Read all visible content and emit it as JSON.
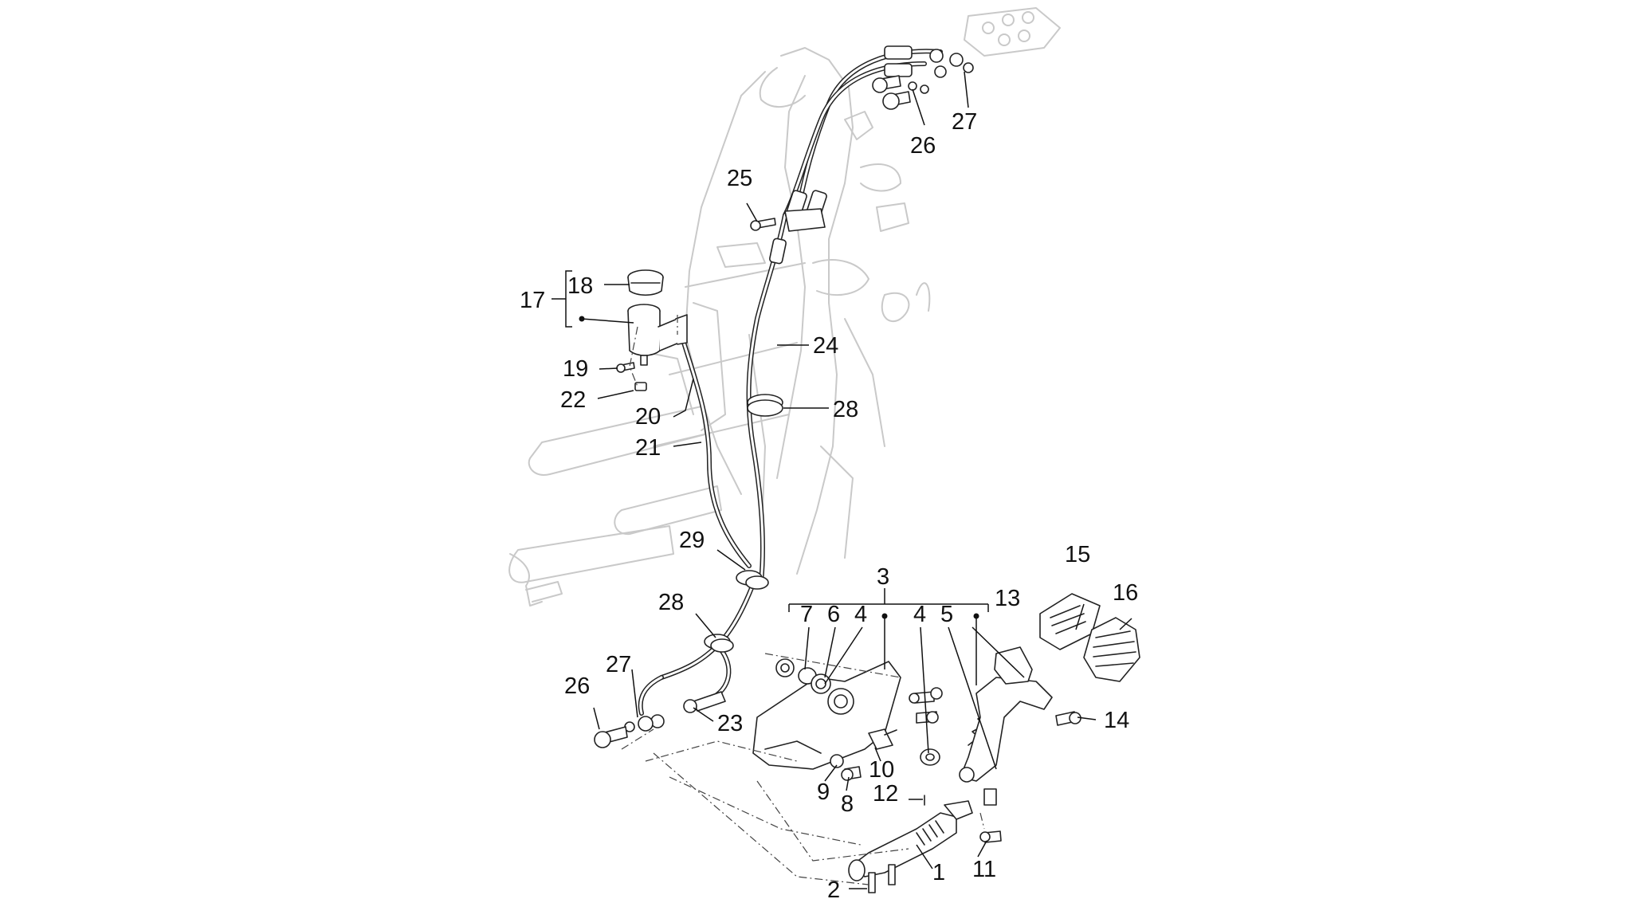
{
  "callouts": [
    {
      "id": "c1",
      "label": "1"
    },
    {
      "id": "c2",
      "label": "2"
    },
    {
      "id": "c3",
      "label": "3"
    },
    {
      "id": "c4a",
      "label": "4"
    },
    {
      "id": "c4b",
      "label": "4"
    },
    {
      "id": "c5",
      "label": "5"
    },
    {
      "id": "c6",
      "label": "6"
    },
    {
      "id": "c7",
      "label": "7"
    },
    {
      "id": "c8",
      "label": "8"
    },
    {
      "id": "c9",
      "label": "9"
    },
    {
      "id": "c10",
      "label": "10"
    },
    {
      "id": "c11",
      "label": "11"
    },
    {
      "id": "c12",
      "label": "12"
    },
    {
      "id": "c13",
      "label": "13"
    },
    {
      "id": "c14",
      "label": "14"
    },
    {
      "id": "c15",
      "label": "15"
    },
    {
      "id": "c16",
      "label": "16"
    },
    {
      "id": "c17",
      "label": "17"
    },
    {
      "id": "c18",
      "label": "18"
    },
    {
      "id": "c19",
      "label": "19"
    },
    {
      "id": "c20",
      "label": "20"
    },
    {
      "id": "c21",
      "label": "21"
    },
    {
      "id": "c22",
      "label": "22"
    },
    {
      "id": "c23",
      "label": "23"
    },
    {
      "id": "c24",
      "label": "24"
    },
    {
      "id": "c25",
      "label": "25"
    },
    {
      "id": "c26a",
      "label": "26"
    },
    {
      "id": "c26b",
      "label": "26"
    },
    {
      "id": "c27a",
      "label": "27"
    },
    {
      "id": "c27b",
      "label": "27"
    },
    {
      "id": "c28a",
      "label": "28"
    },
    {
      "id": "c28b",
      "label": "28"
    },
    {
      "id": "c29",
      "label": "29"
    }
  ]
}
